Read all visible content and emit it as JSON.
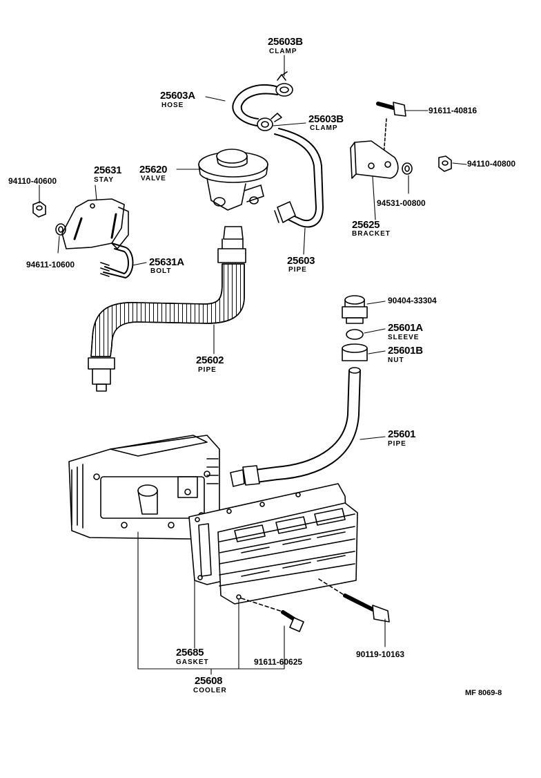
{
  "labels": {
    "p_25603b_top": {
      "part": "25603B",
      "name": "CLAMP"
    },
    "p_25603a": {
      "part": "25603A",
      "name": "HOSE"
    },
    "p_25603b_mid": {
      "part": "25603B",
      "name": "CLAMP"
    },
    "p_91611_40816": {
      "part": "91611-40816"
    },
    "p_94110_40800": {
      "part": "94110-40800"
    },
    "p_94110_40600": {
      "part": "94110-40600"
    },
    "p_25631": {
      "part": "25631",
      "name": "STAY"
    },
    "p_25620": {
      "part": "25620",
      "name": "VALVE"
    },
    "p_94531_00800": {
      "part": "94531-00800"
    },
    "p_25625": {
      "part": "25625",
      "name": "BRACKET"
    },
    "p_94611_10600": {
      "part": "94611-10600"
    },
    "p_25631a": {
      "part": "25631A",
      "name": "BOLT"
    },
    "p_25603": {
      "part": "25603",
      "name": "PIPE"
    },
    "p_90404_33304": {
      "part": "90404-33304"
    },
    "p_25601a": {
      "part": "25601A",
      "name": "SLEEVE"
    },
    "p_25601b": {
      "part": "25601B",
      "name": "NUT"
    },
    "p_25602": {
      "part": "25602",
      "name": "PIPE"
    },
    "p_25601": {
      "part": "25601",
      "name": "PIPE"
    },
    "p_25685": {
      "part": "25685",
      "name": "GASKET"
    },
    "p_91611_60625": {
      "part": "91611-60625"
    },
    "p_90119_10163": {
      "part": "90119-10163"
    },
    "p_25608": {
      "part": "25608",
      "name": "COOLER"
    }
  },
  "figure_ref": "MF 8069-8"
}
